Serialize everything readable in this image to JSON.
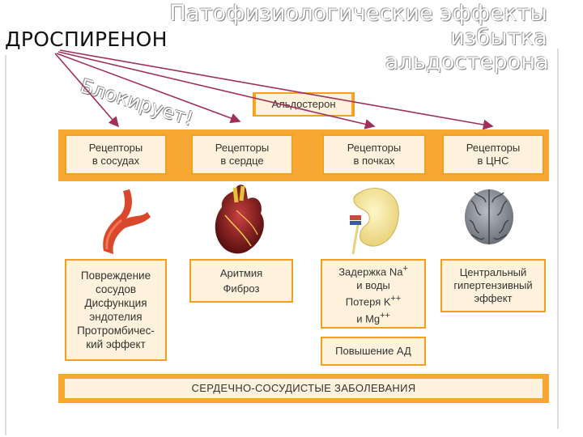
{
  "title": {
    "line1": "Патофизиологические эффекты избытка",
    "line2": "альдостерона"
  },
  "drug": "ДРОСПИРЕНОН",
  "block_word": "Блокирует!",
  "source": "Альдостерон",
  "receptors": [
    {
      "label": "Рецепторы\nв сосудах"
    },
    {
      "label": "Рецепторы\nв сердце"
    },
    {
      "label": "Рецепторы\nв почках"
    },
    {
      "label": "Рецепторы\nв ЦНС"
    }
  ],
  "organs": [
    {
      "icon": "vessel-icon"
    },
    {
      "icon": "heart-icon"
    },
    {
      "icon": "kidney-icon"
    },
    {
      "icon": "brain-icon"
    }
  ],
  "effects": [
    {
      "label": "Повреждение\nсосудов\nДисфункция\nэндотелия\nПротромбичес-\nкий эффект"
    },
    {
      "label": "Аритмия\nФиброз"
    },
    {
      "label_html_parts": [
        "Задержка Na",
        "+",
        " и воды",
        "Потеря K",
        "++",
        " и Mg",
        "++"
      ]
    },
    {
      "label": "Центральный\nгипертензивный\nэффект"
    }
  ],
  "kidney_effect": {
    "na": "Задержка Na",
    "na_sup": "+",
    "water": "и воды",
    "k": "Потеря K",
    "k_sup": "++",
    "mg": "и Mg",
    "mg_sup": "++"
  },
  "bp_box": "Повышение АД",
  "bottom": "СЕРДЕЧНО-СОСУДИСТЫЕ ЗАБОЛЕВАНИЯ",
  "colors": {
    "box_fill": "#f7a832",
    "box_inner": "#fff2dc",
    "arrow": "#a0305a"
  }
}
